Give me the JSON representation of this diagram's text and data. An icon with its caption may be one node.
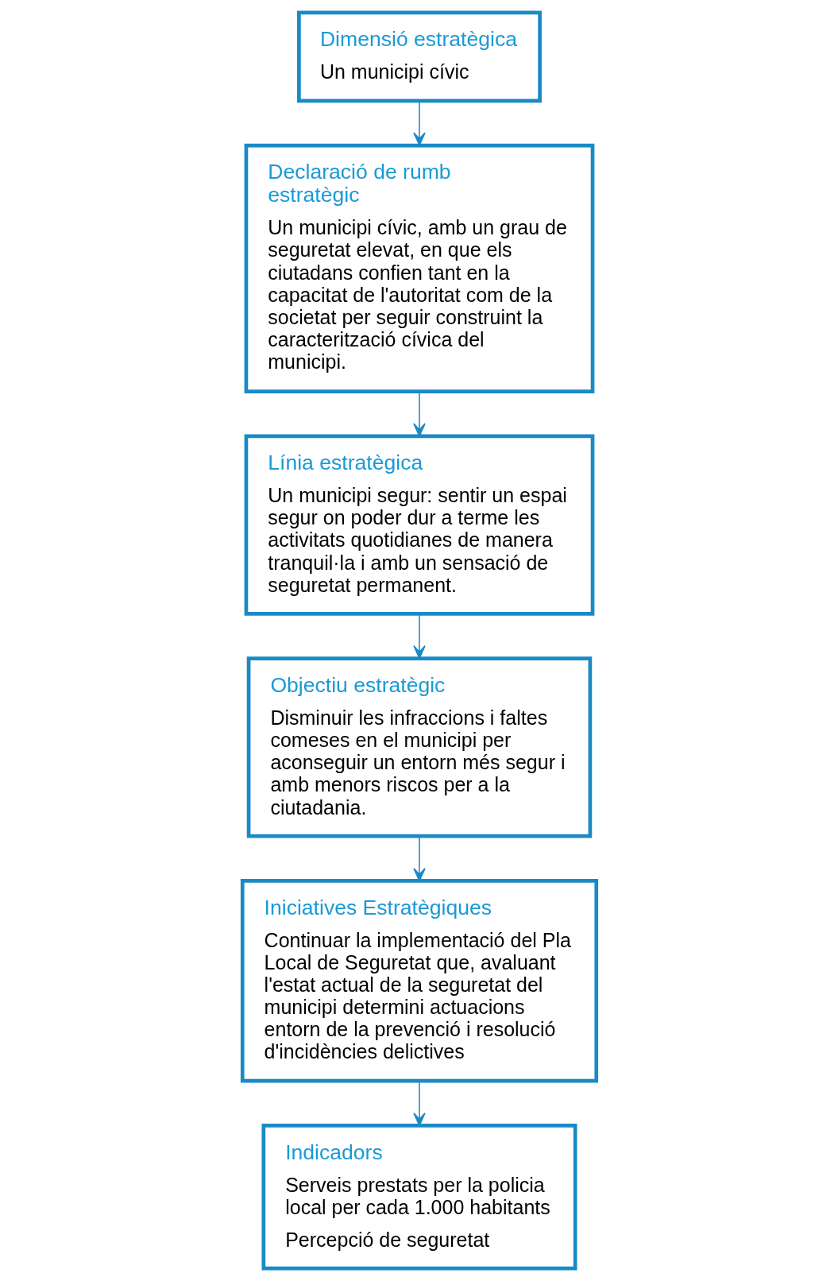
{
  "diagram": {
    "nodes": [
      {
        "text": [
          "Dimensió estratègica",
          "Un municipi cívic"
        ]
      },
      {
        "text": [
          "Declaració de rumb estratègic",
          "Un municipi cívic, amb un grau de seguretat elevat, en que els ciutadans confien tant en la capacitat de l'autoritat com de la societat per seguir construint la caracterització cívica del municipi."
        ]
      },
      {
        "text": [
          "Línia estratègica",
          "Un municipi segur: sentir un espai segur on poder dur a terme les activitats quotidianes de manera tranquil·la i amb un sensació de seguretat permanent."
        ]
      },
      {
        "text": [
          "Objectiu estratègic",
          "Disminuir les infraccions i faltes comeses en el municipi per aconseguir un entorn més segur i amb menors riscos per a la ciutadania."
        ]
      },
      {
        "text": [
          "Iniciatives Estratègiques",
          "Continuar la implementació del Pla Local de Seguretat que, avaluant l'estat actual de la seguretat del municipi determini actuacions entorn de la prevenció i resolució d'incidències delictives"
        ]
      },
      {
        "text": [
          "Indicadors",
          "Serveis prestats per la policia local per cada 1.000 habitants",
          "Percepció de seguretat"
        ]
      }
    ],
    "edges": [
      {
        "from": 0,
        "to": 1,
        "arrow": "to"
      },
      {
        "from": 1,
        "to": 2,
        "arrow": "to"
      },
      {
        "from": 2,
        "to": 3,
        "arrow": "to"
      },
      {
        "from": 3,
        "to": 4,
        "arrow": "to"
      },
      {
        "from": 4,
        "to": 5,
        "arrow": "to"
      }
    ]
  }
}
